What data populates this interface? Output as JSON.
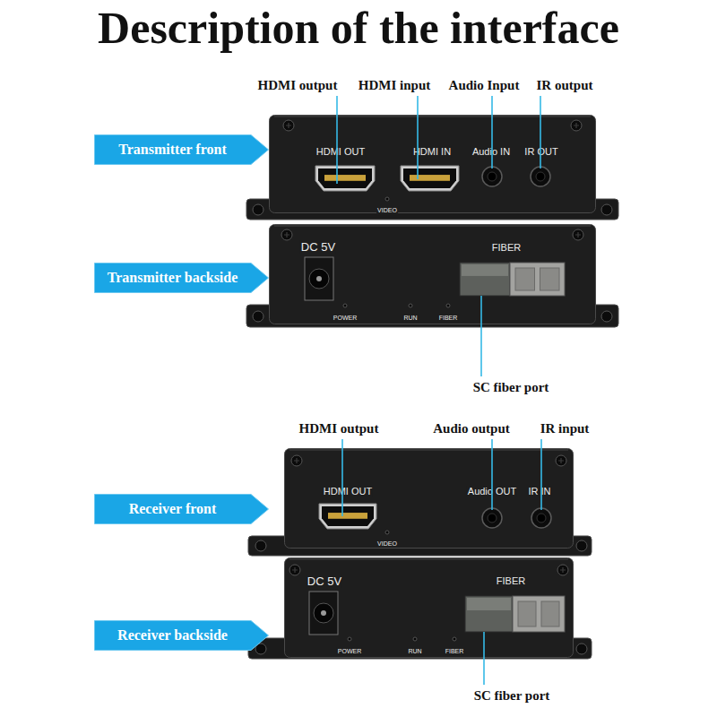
{
  "diagram": {
    "title": "Description of the interface",
    "nodes": [
      {
        "text": [
          "Transmitter front"
        ]
      },
      {
        "text": [
          "HDMI OUT",
          "HDMI IN",
          "Audio IN",
          "IR OUT",
          "VIDEO"
        ]
      },
      {
        "text": [
          "Transmitter backside"
        ]
      },
      {
        "text": [
          "DC 5V",
          "FIBER",
          "POWER",
          "RUN",
          "FIBER"
        ]
      },
      {
        "text": [
          "Receiver front"
        ]
      },
      {
        "text": [
          "HDMI OUT",
          "Audio OUT",
          "IR IN",
          "VIDEO"
        ]
      },
      {
        "text": [
          "Receiver backside"
        ]
      },
      {
        "text": [
          "DC 5V",
          "FIBER",
          "POWER",
          "RUN",
          "FIBER"
        ]
      }
    ],
    "labels": [
      "HDMI output",
      "HDMI input",
      "Audio Input",
      "IR output",
      "SC fiber port",
      "HDMI output",
      "Audio output",
      "IR input",
      "SC fiber port"
    ]
  }
}
